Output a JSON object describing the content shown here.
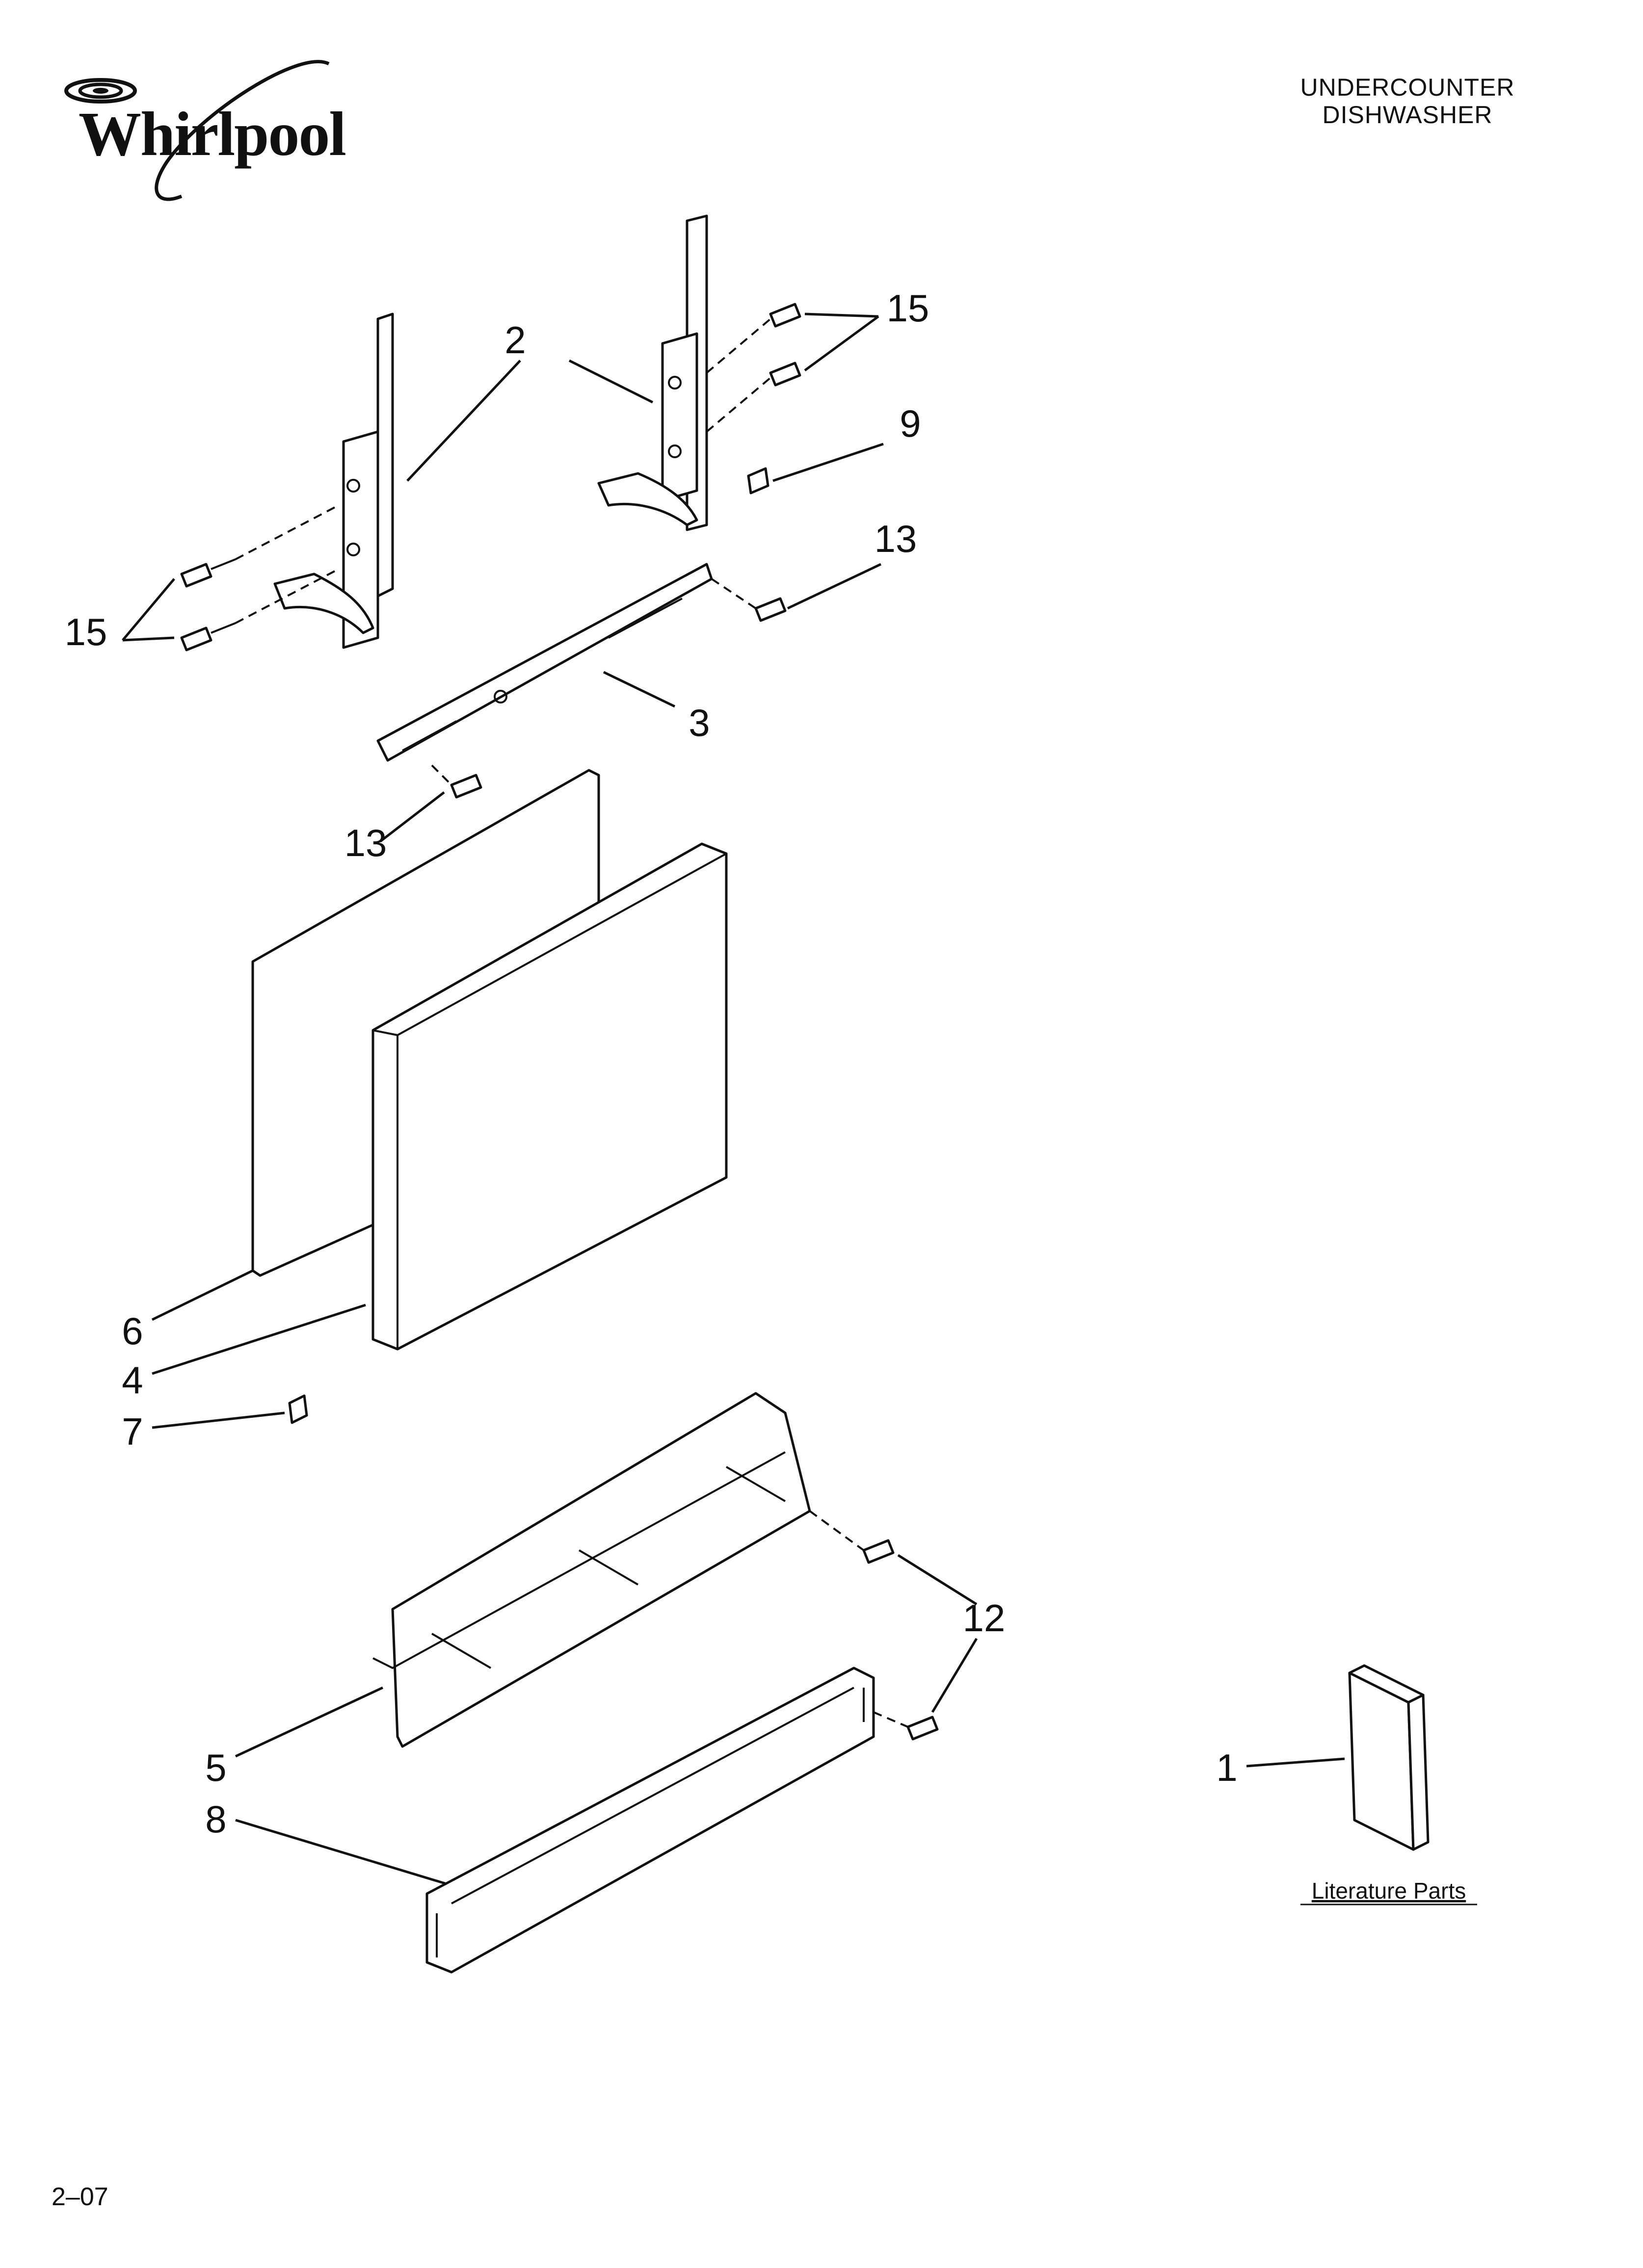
{
  "brand": {
    "name": "Whirlpool"
  },
  "header": {
    "line1": "UNDERCOUNTER",
    "line2": "DISHWASHER"
  },
  "callouts": {
    "c1": "1",
    "c2": "2",
    "c3": "3",
    "c4": "4",
    "c5": "5",
    "c6": "6",
    "c7": "7",
    "c8": "8",
    "c9": "9",
    "c12": "12",
    "c13a": "13",
    "c13b": "13",
    "c15a": "15",
    "c15b": "15"
  },
  "literature": {
    "label": "Literature Parts"
  },
  "footer": {
    "page_code": "2–07"
  }
}
